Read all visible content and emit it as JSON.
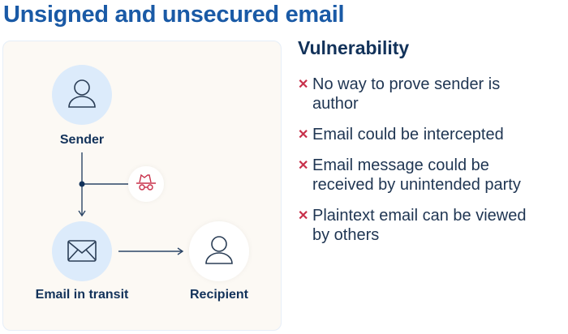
{
  "title": "Unsigned and unsecured email",
  "diagram": {
    "nodes": [
      {
        "label": "Sender",
        "icon": "person-icon"
      },
      {
        "label": "Email in transit",
        "icon": "envelope-icon"
      },
      {
        "label": "Recipient",
        "icon": "person-icon"
      }
    ],
    "interceptor_icon": "spy-icon"
  },
  "vulnerability": {
    "heading": "Vulnerability",
    "items": [
      {
        "line1": "No way to prove sender is",
        "line2": "author"
      },
      {
        "line1": "Email could be intercepted",
        "line2": ""
      },
      {
        "line1": "Email message could be",
        "line2": "received by unintended party"
      },
      {
        "line1": "Plaintext email can be viewed",
        "line2": "by others"
      }
    ],
    "bullet_icon": "x-icon",
    "colors": {
      "title": "#1a5aa6",
      "text": "#12325a",
      "bullet": "#c8304a",
      "node": "#dcebfb"
    }
  }
}
